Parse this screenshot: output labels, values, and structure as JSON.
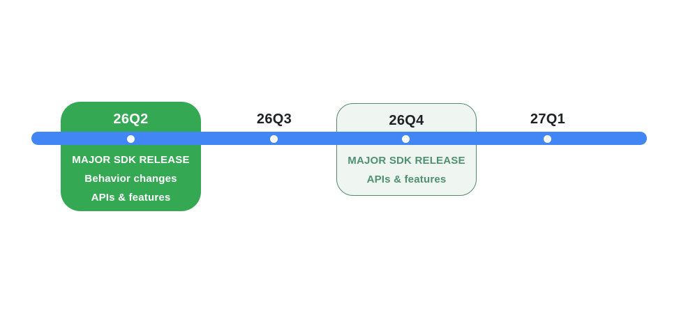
{
  "colors": {
    "background": "#FFFFFF",
    "timeline_blue": "#4285F4",
    "solid_card_green": "#34A853",
    "solid_card_text": "#FFFFFF",
    "outline_card_bg": "#EFF5F0",
    "outline_card_border": "#55896C",
    "outline_card_text": "#4E9070",
    "quarter_label_dark": "#202124",
    "dot_white": "#FFFFFF"
  },
  "timeline": {
    "milestones": [
      {
        "label": "26Q2",
        "type": "solid-card",
        "lines": [
          "MAJOR SDK RELEASE",
          "Behavior changes",
          "APIs & features"
        ]
      },
      {
        "label": "26Q3",
        "type": "label-only"
      },
      {
        "label": "26Q4",
        "type": "outline-card",
        "lines": [
          "MAJOR SDK RELEASE",
          "APIs & features"
        ]
      },
      {
        "label": "27Q1",
        "type": "label-only"
      }
    ]
  }
}
